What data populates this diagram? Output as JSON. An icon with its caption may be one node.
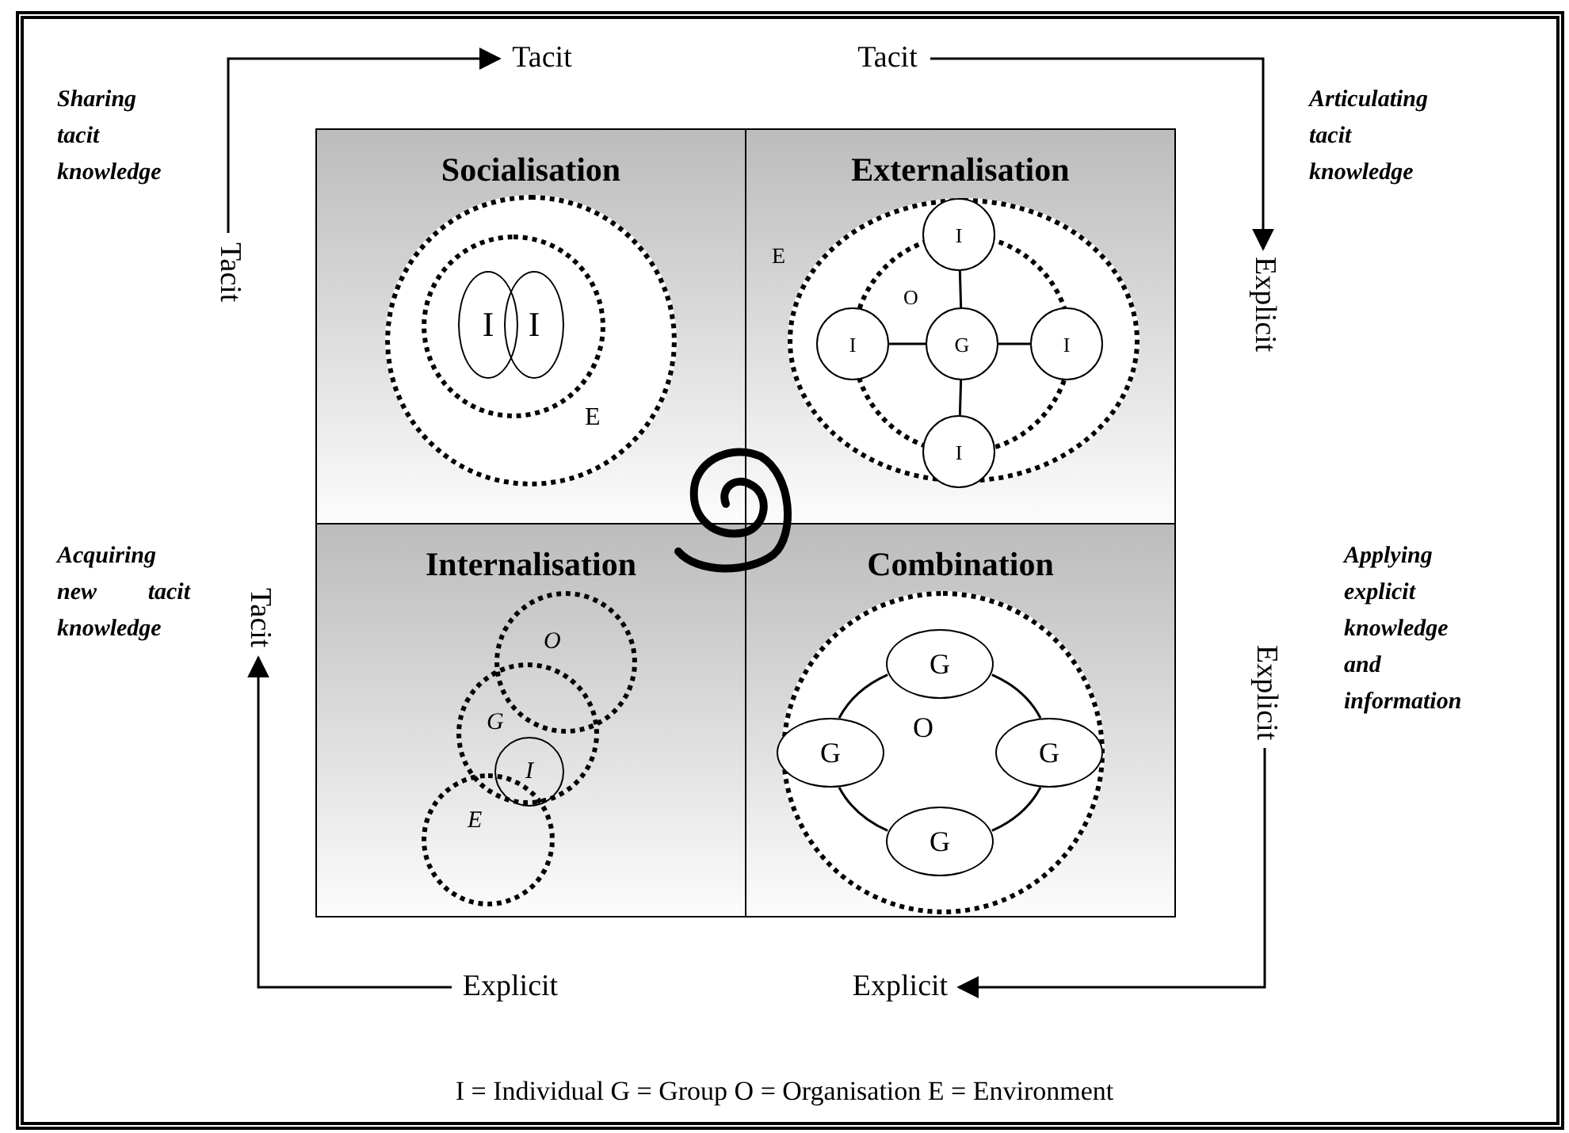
{
  "diagram": {
    "nodes": [
      {
        "text": [
          "Socialisation"
        ]
      },
      {
        "text": [
          "Externalisation"
        ]
      },
      {
        "text": [
          "Internalisation"
        ]
      },
      {
        "text": [
          "Combination"
        ]
      },
      {
        "text": [
          "I"
        ],
        "in": 0
      },
      {
        "text": [
          "I"
        ],
        "in": 0
      },
      {
        "text": [
          "I"
        ],
        "in": 1
      },
      {
        "text": [
          "I"
        ],
        "in": 1
      },
      {
        "text": [
          "G"
        ],
        "in": 1
      },
      {
        "text": [
          "I"
        ],
        "in": 1
      },
      {
        "text": [
          "I"
        ],
        "in": 1
      },
      {
        "text": [
          "O"
        ],
        "in": 2
      },
      {
        "text": [
          "G"
        ],
        "in": 2
      },
      {
        "text": [
          "I"
        ],
        "in": 12
      },
      {
        "text": [
          "E"
        ],
        "in": 2
      },
      {
        "text": [
          "G"
        ],
        "in": 3
      },
      {
        "text": [
          "G"
        ],
        "in": 3
      },
      {
        "text": [
          "G"
        ],
        "in": 3
      },
      {
        "text": [
          "G"
        ],
        "in": 3
      },
      {
        "text": [
          "Tacit"
        ]
      },
      {
        "text": [
          "Tacit"
        ]
      },
      {
        "text": [
          "Tacit"
        ]
      },
      {
        "text": [
          "Explicit"
        ]
      },
      {
        "text": [
          "Tacit"
        ]
      },
      {
        "text": [
          "Explicit"
        ]
      },
      {
        "text": [
          "Explicit"
        ]
      },
      {
        "text": [
          "Explicit"
        ]
      }
    ],
    "edges": [
      {
        "from": 21,
        "to": 19,
        "arrow": "to"
      },
      {
        "from": 20,
        "to": 22,
        "arrow": "to"
      },
      {
        "from": 24,
        "to": 26,
        "arrow": "to"
      },
      {
        "from": 25,
        "to": 23,
        "arrow": "to"
      },
      {
        "from": 8,
        "to": 6,
        "arrow": "none"
      },
      {
        "from": 8,
        "to": 7,
        "arrow": "none"
      },
      {
        "from": 8,
        "to": 9,
        "arrow": "none"
      },
      {
        "from": 8,
        "to": 10,
        "arrow": "none"
      },
      {
        "from": 15,
        "to": 17,
        "arrow": "none"
      },
      {
        "from": 17,
        "to": 18,
        "arrow": "none"
      },
      {
        "from": 18,
        "to": 16,
        "arrow": "none"
      },
      {
        "from": 16,
        "to": 15,
        "arrow": "none"
      }
    ],
    "labels": [
      "Sharing tacit knowledge",
      "Articulating tacit knowledge",
      "E",
      "O",
      "E",
      "Acquiring new tacit knowledge",
      "Applying explicit knowledge and information",
      "O",
      "I = Individual G = Group O = Organisation E = Environment"
    ]
  }
}
